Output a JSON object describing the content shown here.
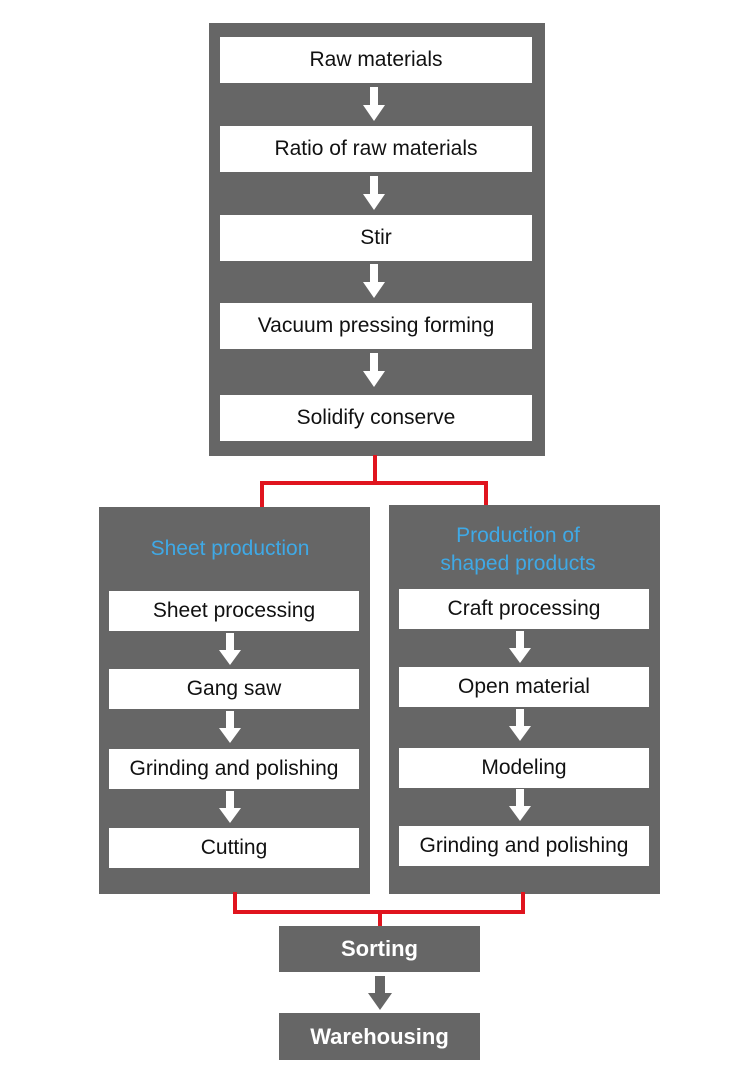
{
  "main_flow": {
    "steps": [
      "Raw materials",
      "Ratio of raw materials",
      "Stir",
      "Vacuum pressing forming",
      "Solidify conserve"
    ]
  },
  "sheet_branch": {
    "title": "Sheet production",
    "steps": [
      "Sheet processing",
      "Gang saw",
      "Grinding and polishing",
      "Cutting"
    ]
  },
  "shaped_branch": {
    "title_line1": "Production of",
    "title_line2": "shaped products",
    "steps": [
      "Craft processing",
      "Open material",
      "Modeling",
      "Grinding and polishing"
    ]
  },
  "final_flow": {
    "sorting": "Sorting",
    "warehousing": "Warehousing"
  },
  "colors": {
    "panel": "#666666",
    "connector": "#e0141e",
    "branch_title": "#3fa9e6",
    "arrow": "#ffffff"
  }
}
